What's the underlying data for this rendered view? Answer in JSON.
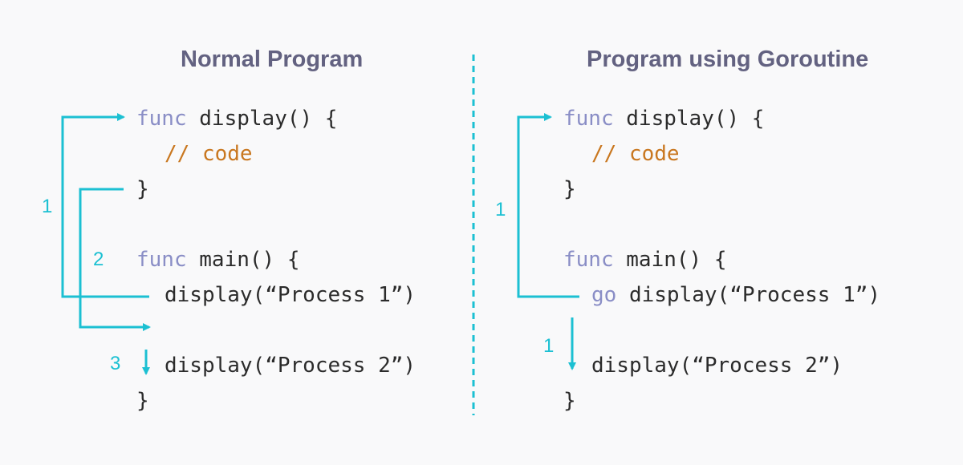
{
  "colors": {
    "background": "#f9f9fa",
    "title": "#636281",
    "keyword": "#8a8ec6",
    "comment": "#c9771f",
    "arrow": "#1cc0d2",
    "code_text": "#2b2b2b"
  },
  "left": {
    "title": "Normal Program",
    "code": {
      "func_kw_1": "func",
      "display_decl": " display() {",
      "comment": "// code",
      "close_brace_1": "}",
      "func_kw_2": "func",
      "main_decl": " main() {",
      "call_1": "display(“Process 1”)",
      "call_2": "display(“Process 2”)",
      "close_brace_2": "}"
    },
    "step_labels": {
      "step_1": "1",
      "step_2": "2",
      "step_3": "3"
    }
  },
  "right": {
    "title": "Program using Goroutine",
    "code": {
      "func_kw_1": "func",
      "display_decl": " display() {",
      "comment": "// code",
      "close_brace_1": "}",
      "func_kw_2": "func",
      "main_decl": " main() {",
      "go_kw": "go",
      "call_1": " display(“Process 1”)",
      "call_2": "display(“Process 2”)",
      "close_brace_2": "}"
    },
    "step_labels": {
      "step_1a": "1",
      "step_1b": "1"
    }
  },
  "arrow_icon": "arrow-icon"
}
